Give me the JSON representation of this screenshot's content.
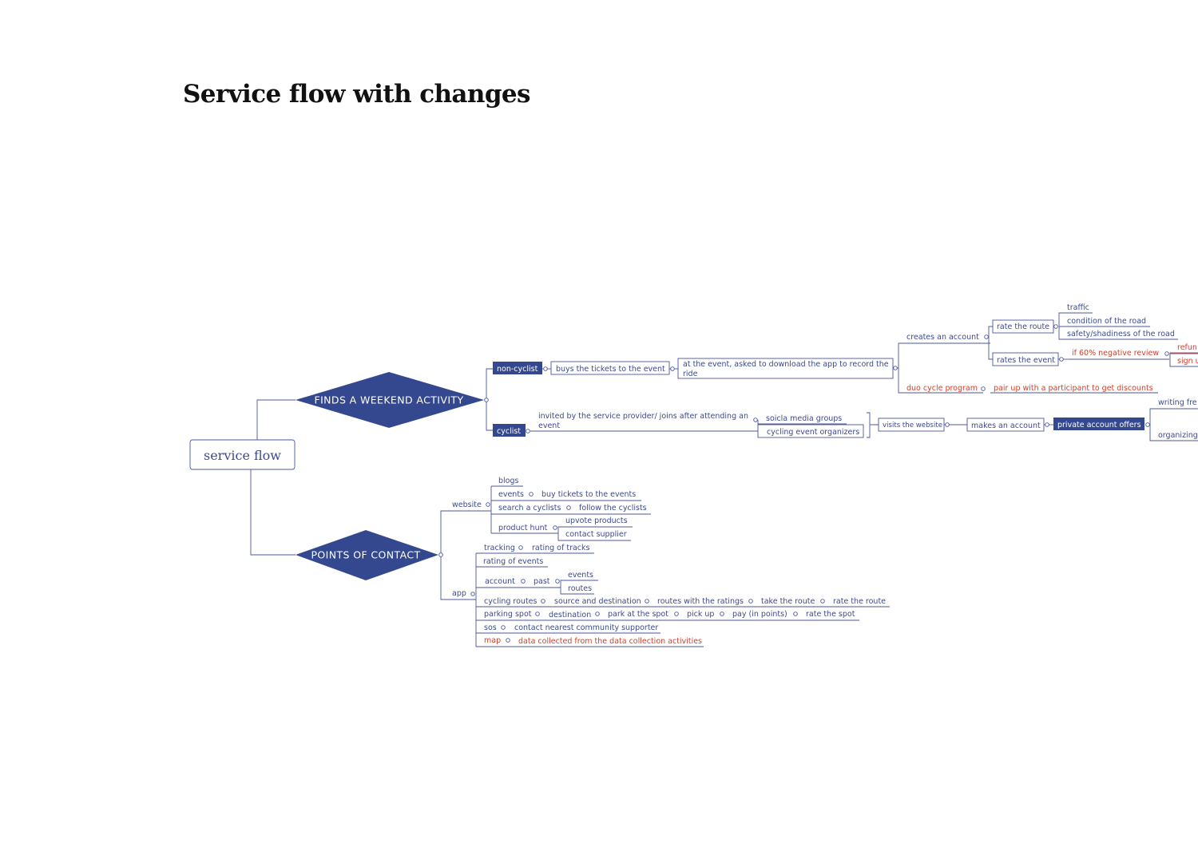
{
  "page": {
    "title": "Service flow with changes"
  },
  "colors": {
    "primary": "#4a579a",
    "filled": "#34488f",
    "change": "#d0402f"
  },
  "diagram": {
    "root": "service flow",
    "activity": {
      "label": "FINDS A WEEKEND ACTIVITY",
      "non_cyclist": {
        "label": "non-cyclist",
        "buys": "buys the tickets to the event",
        "event_line1": "at the event, asked to download the app to record the",
        "event_line2": "ride",
        "creates_account": "creates an account",
        "rate_route": "rate the route",
        "traffic": "traffic",
        "condition": "condition of the road",
        "safety": "safety/shadiness of the road",
        "rates_event": "rates the event",
        "negative": "if 60% negative review",
        "refund": "refun",
        "sign": "sign u",
        "duo": "duo cycle program",
        "pair": "pair up with a participant to get discounts"
      },
      "cyclist": {
        "label": "cyclist",
        "invited_line1": "invited by the service provider/ joins after attending an",
        "invited_line2": "event",
        "social": "soicla media groups",
        "organizers": "cycling event organizers",
        "visits": "visits the website",
        "makes": "makes an account",
        "offers": "private account offers",
        "writing": "writing fre",
        "organizing": "organizing"
      }
    },
    "contact": {
      "label": "POINTS OF CONTACT",
      "website": {
        "label": "website",
        "blogs": "blogs",
        "events": "events",
        "buy": "buy tickets to the events",
        "search": "search a cyclists",
        "follow": "follow the cyclists",
        "hunt": "product hunt",
        "upvote": "upvote products",
        "supplier": "contact supplier"
      },
      "app": {
        "label": "app",
        "tracking": "tracking",
        "rating_tracks": "rating of tracks",
        "rating_events": "rating of events",
        "account": "account",
        "past": "past",
        "past_events": "events",
        "past_routes": "routes",
        "cycling_routes": "cycling routes",
        "source_dest": "source and destination",
        "routes_ratings": "routes with the ratings",
        "take_route": "take the route",
        "rate_route": "rate the route",
        "parking": "parking spot",
        "destination": "destination",
        "park": "park at the spot",
        "pickup": "pick up",
        "pay": "pay (in points)",
        "rate_spot": "rate the spot",
        "sos": "sos",
        "supporter": "contact nearest community supporter",
        "map": "map",
        "data_collected": "data collected from the data collection activities"
      }
    }
  }
}
